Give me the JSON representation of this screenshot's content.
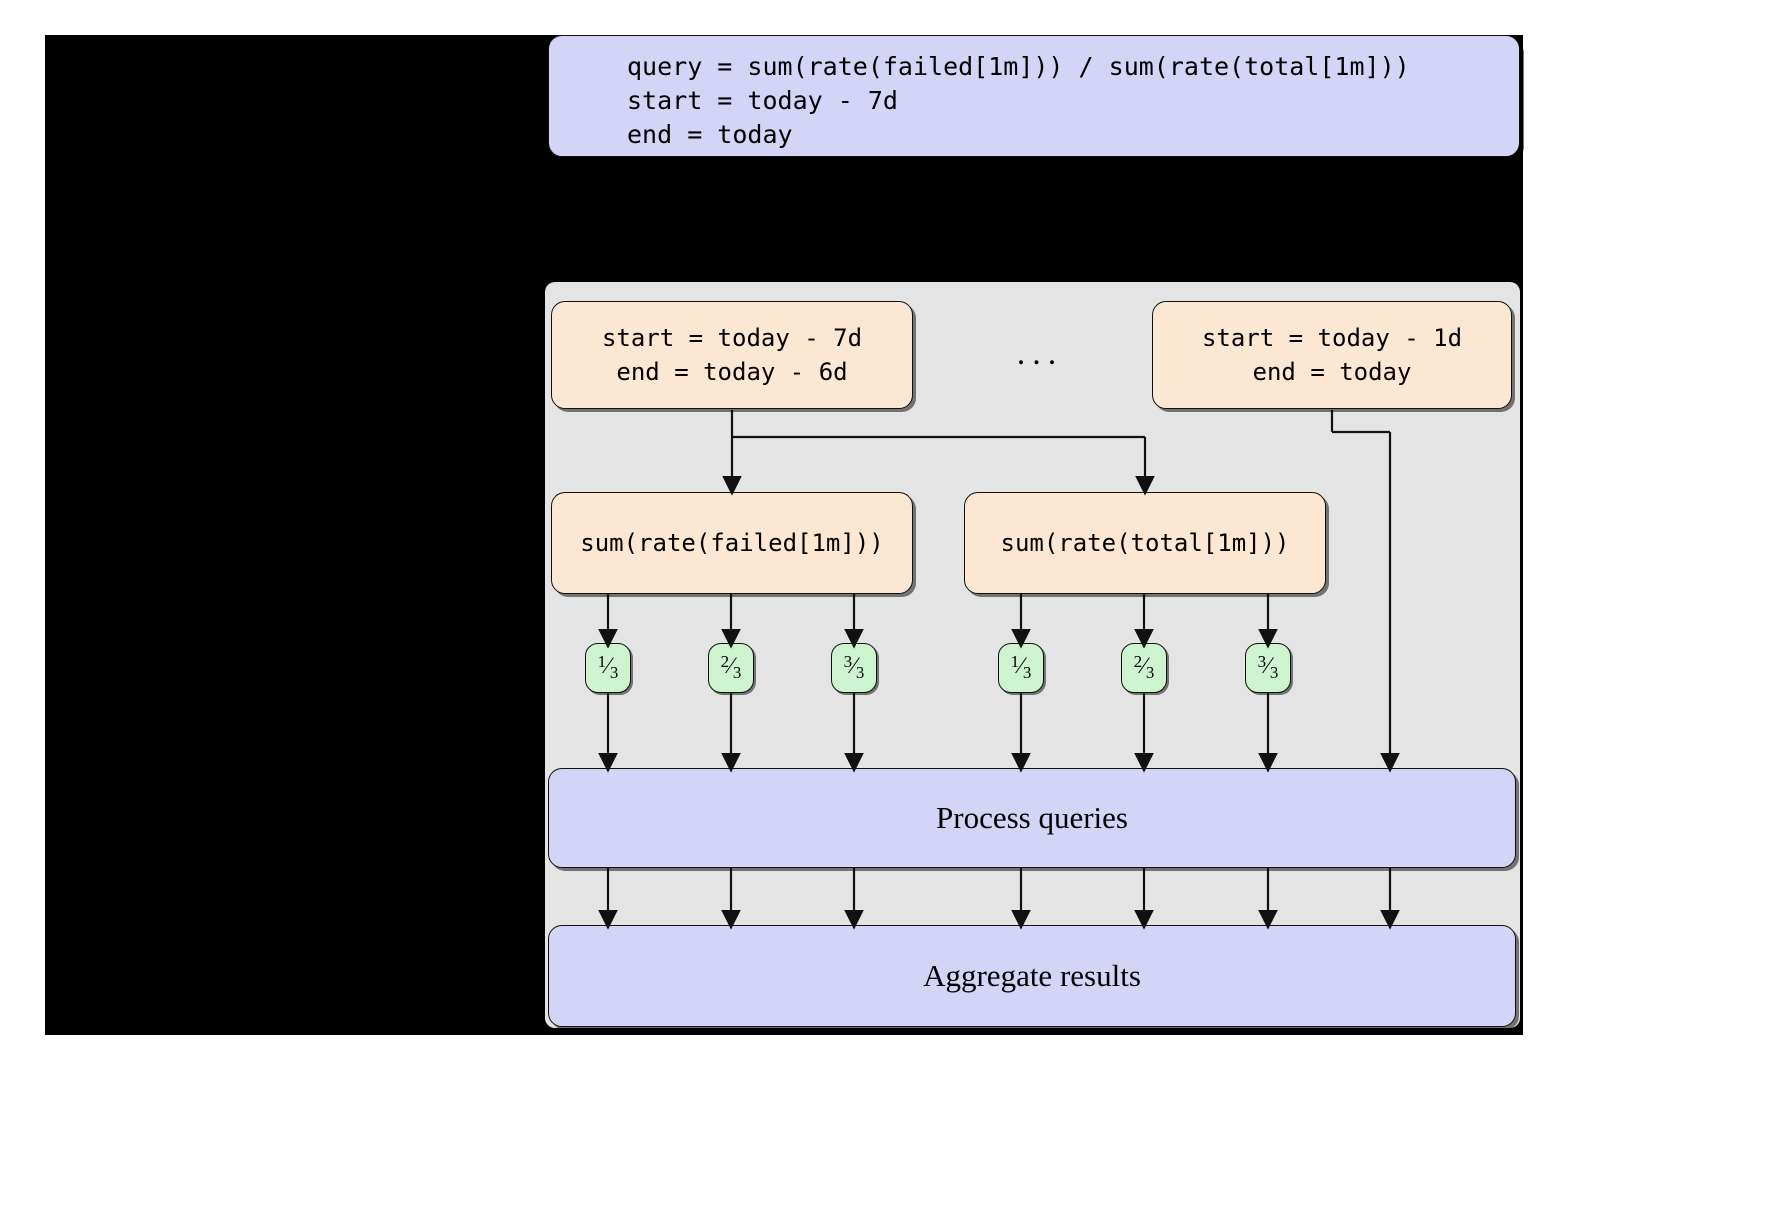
{
  "figure": {
    "title": "Query splitting and parallel execution diagram",
    "colors": {
      "background": "#000000",
      "panel": "#e4e4e4",
      "code_box": "#d4d4f7",
      "orange_node": "#fce7d2",
      "green_node": "#cdf4ce",
      "purple_bar": "#d4d4f7",
      "stroke": "#111111"
    }
  },
  "code_box": {
    "lines": [
      "query = sum(rate(failed[1m])) / sum(rate(total[1m]))",
      "start = today - 7d",
      "end = today"
    ]
  },
  "panel": {
    "shards": [
      {
        "lines": [
          "start = today - 7d",
          "end = today - 6d"
        ]
      },
      {
        "lines": [
          "start = today - 1d",
          "end = today"
        ]
      }
    ],
    "ellipsis": "...",
    "subqueries": [
      {
        "label": "sum(rate(failed[1m]))"
      },
      {
        "label": "sum(rate(total[1m]))"
      }
    ],
    "steps": [
      {
        "numerator": "1",
        "denominator": "3",
        "text": "1/3"
      },
      {
        "numerator": "2",
        "denominator": "3",
        "text": "2/3"
      },
      {
        "numerator": "3",
        "denominator": "3",
        "text": "3/3"
      },
      {
        "numerator": "1",
        "denominator": "3",
        "text": "1/3"
      },
      {
        "numerator": "2",
        "denominator": "3",
        "text": "2/3"
      },
      {
        "numerator": "3",
        "denominator": "3",
        "text": "3/3"
      }
    ],
    "process_label": "Process queries",
    "aggregate_label": "Aggregate results"
  }
}
